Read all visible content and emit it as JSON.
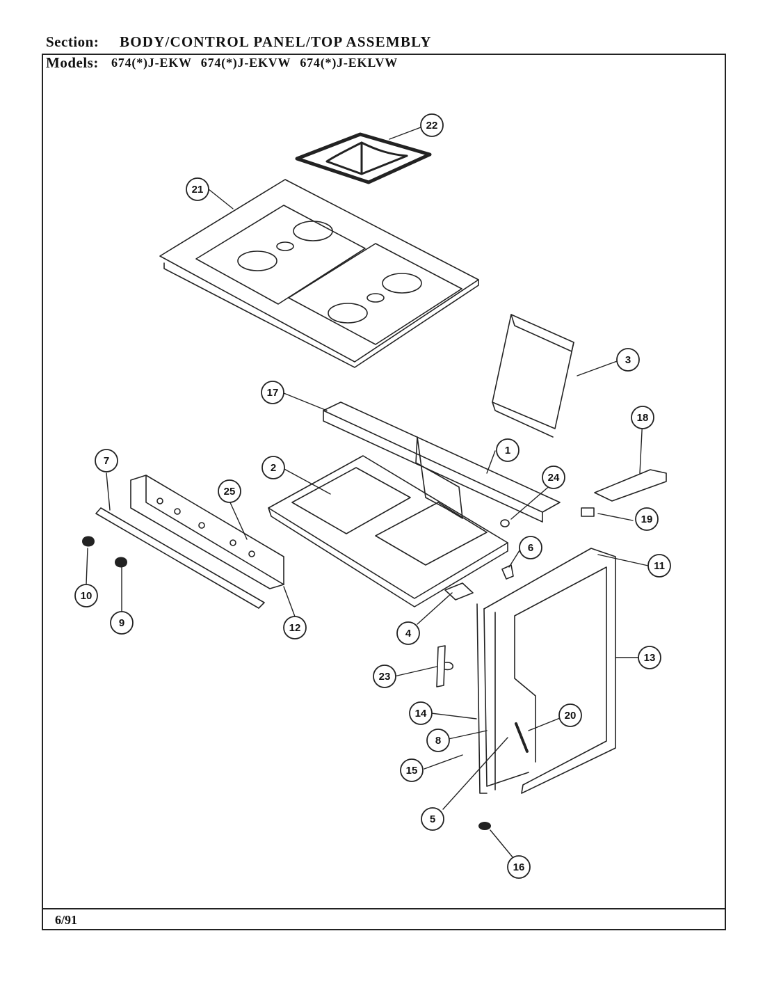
{
  "header": {
    "section_label": "Section:",
    "section_title": "BODY/CONTROL  PANEL/TOP ASSEMBLY",
    "models_label": "Models:",
    "models": "674(*)J-EKW  674(*)J-EKVW  674(*)J-EKLVW"
  },
  "footer": {
    "date": "6/91"
  },
  "callouts": [
    {
      "num": "1"
    },
    {
      "num": "2"
    },
    {
      "num": "3"
    },
    {
      "num": "4"
    },
    {
      "num": "5"
    },
    {
      "num": "6"
    },
    {
      "num": "7"
    },
    {
      "num": "8"
    },
    {
      "num": "9"
    },
    {
      "num": "10"
    },
    {
      "num": "11"
    },
    {
      "num": "12"
    },
    {
      "num": "13"
    },
    {
      "num": "14"
    },
    {
      "num": "15"
    },
    {
      "num": "16"
    },
    {
      "num": "17"
    },
    {
      "num": "18"
    },
    {
      "num": "19"
    },
    {
      "num": "20"
    },
    {
      "num": "21"
    },
    {
      "num": "22"
    },
    {
      "num": "23"
    },
    {
      "num": "24"
    },
    {
      "num": "25"
    }
  ]
}
